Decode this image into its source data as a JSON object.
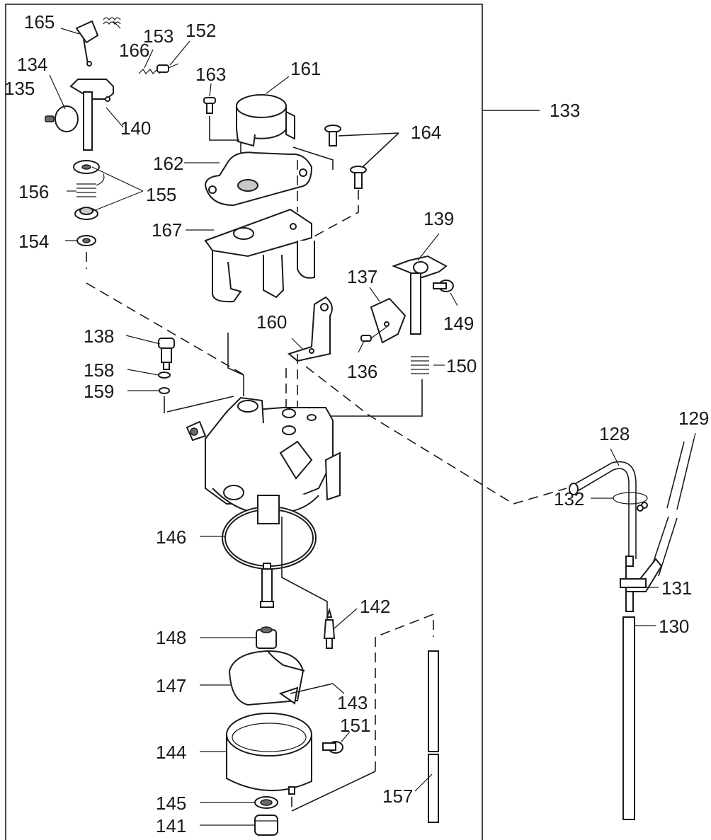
{
  "diagram": {
    "callouts": [
      "165",
      "166",
      "153",
      "152",
      "134",
      "135",
      "140",
      "163",
      "161",
      "133",
      "164",
      "162",
      "156",
      "155",
      "154",
      "167",
      "139",
      "137",
      "149",
      "138",
      "160",
      "136",
      "150",
      "158",
      "159",
      "128",
      "129",
      "132",
      "146",
      "131",
      "142",
      "148",
      "130",
      "147",
      "143",
      "151",
      "144",
      "157",
      "145",
      "141"
    ]
  }
}
